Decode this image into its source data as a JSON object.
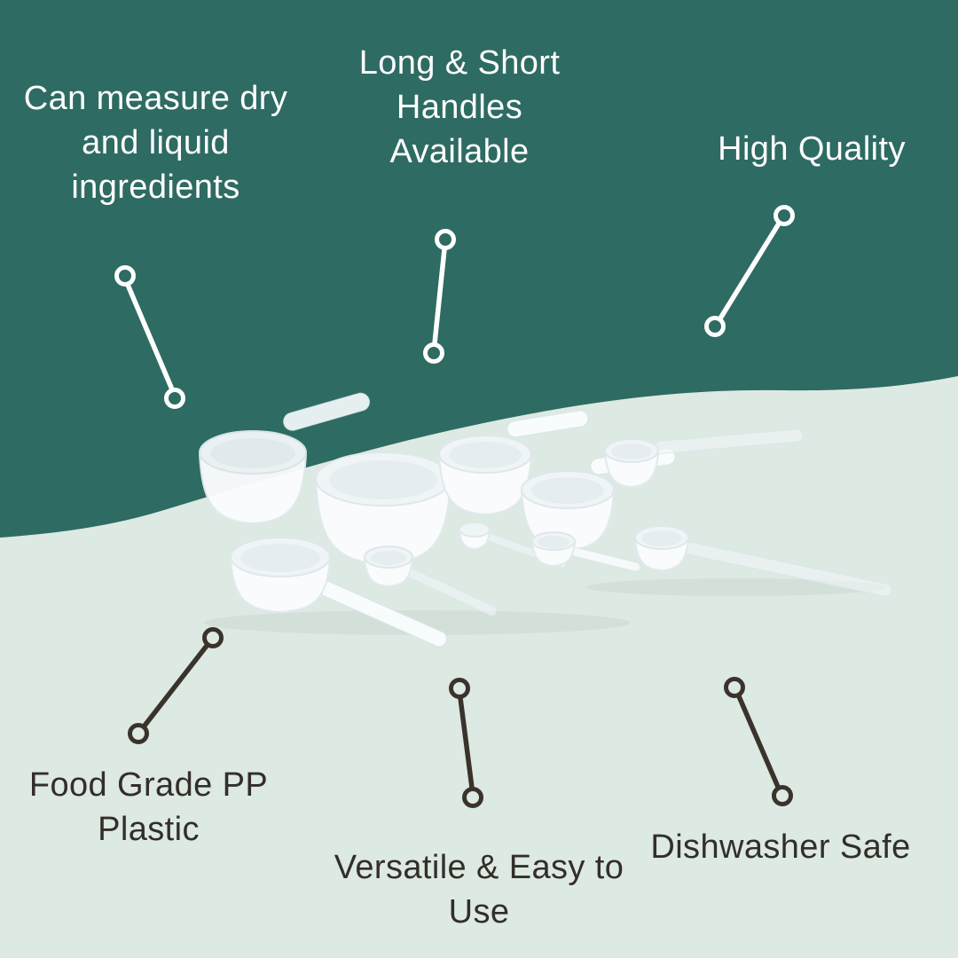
{
  "colors": {
    "background_top": "#2e6b62",
    "background_bottom": "#dde9e3",
    "callout_light": "#ffffff",
    "callout_dark": "#3a332c",
    "text_light": "#ffffff",
    "text_dark": "#332e28",
    "product_white": "#f9fbfc"
  },
  "captions": {
    "top_left": {
      "lines": [
        "Can measure dry",
        "and liquid",
        "ingredients"
      ]
    },
    "top_center": {
      "lines": [
        "Long & Short",
        "Handles",
        "Available"
      ]
    },
    "top_right": {
      "lines": [
        "High Quality"
      ]
    },
    "bottom_left": {
      "lines": [
        "Food Grade PP",
        "Plastic"
      ]
    },
    "bottom_center": {
      "lines": [
        "Versatile & Easy to",
        "Use"
      ]
    },
    "bottom_right": {
      "lines": [
        "Dishwasher Safe"
      ]
    }
  },
  "product": {
    "name": "measuring-scoops-photo"
  }
}
